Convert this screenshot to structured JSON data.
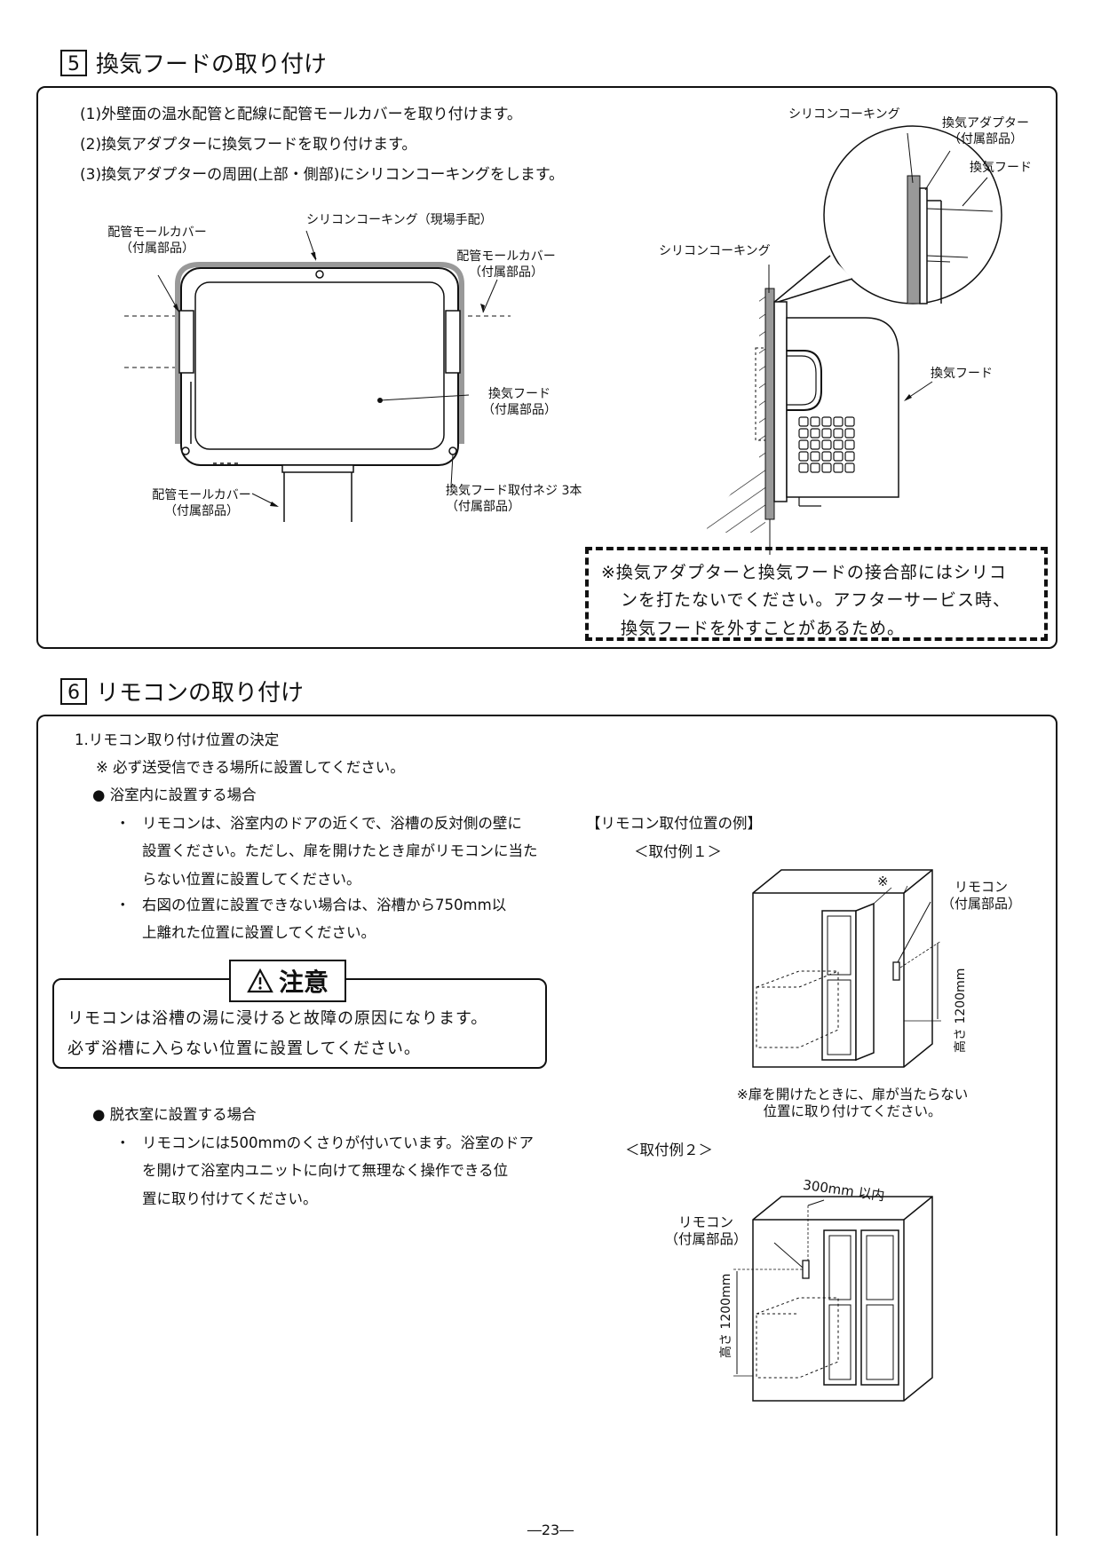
{
  "section5": {
    "number": "5",
    "title": "換気フードの取り付け",
    "steps": [
      "(1)外壁面の温水配管と配線に配管モールカバーを取り付けます。",
      "(2)換気アダプターに換気フードを取り付けます。",
      "(3)換気アダプターの周囲(上部・側部)にシリコンコーキングをします。"
    ],
    "front_labels": {
      "caulking_top": "シリコンコーキング（現場手配）",
      "cover_left_1": "配管モールカバー",
      "cover_left_2": "（付属部品）",
      "cover_right_1": "配管モールカバー",
      "cover_right_2": "（付属部品）",
      "hood_1": "換気フード",
      "hood_2": "（付属部品）",
      "cover_bottom_1": "配管モールカバー",
      "cover_bottom_2": "（付属部品）",
      "screw_1": "換気フード取付ネジ 3本",
      "screw_2": "（付属部品）"
    },
    "side_labels": {
      "caulking_detail": "シリコンコーキング",
      "adapter_1": "換気アダプター",
      "adapter_2": "（付属部品）",
      "hood_detail": "換気フード",
      "caulking": "シリコンコーキング",
      "hood": "換気フード"
    },
    "note_lines": [
      "※換気アダプターと換気フードの接合部にはシリコ",
      "ンを打たないでください。アフターサービス時、",
      "換気フードを外すことがあるため。"
    ]
  },
  "section6": {
    "number": "6",
    "title": "リモコンの取り付け",
    "heading": "1.リモコン取り付け位置の決定",
    "note": "※ 必ず送受信できる場所に設置してください。",
    "bathroom_title": "● 浴室内に設置する場合",
    "bathroom_items": [
      [
        "・",
        "リモコンは、浴室内のドアの近くで、浴槽の反対側の壁に",
        "設置ください。ただし、扉を開けたとき扉がリモコンに当た",
        "らない位置に設置してください。"
      ],
      [
        "・",
        "右図の位置に設置できない場合は、浴槽から750mm以",
        "上離れた位置に設置してください。"
      ]
    ],
    "caution_title": "注意",
    "caution_lines": [
      "リモコンは浴槽の湯に浸けると故障の原因になります。",
      "必ず浴槽に入らない位置に設置してください。"
    ],
    "dressing_title": "● 脱衣室に設置する場合",
    "dressing_lines": [
      "リモコンには500mmのくさりが付いています。浴室のドア",
      "を開けて浴室内ユニットに向けて無理なく操作できる位",
      "置に取り付けてください。"
    ],
    "example_heading": "【リモコン取付位置の例】",
    "example1": {
      "title": "＜取付例１＞",
      "mark": "※",
      "remote_1": "リモコン",
      "remote_2": "（付属部品）",
      "height": "高さ 1200mm",
      "note_1": "※扉を開けたときに、扉が当たらない",
      "note_2": "位置に取り付けてください。"
    },
    "example2": {
      "title": "＜取付例２＞",
      "distance": "300mm 以内",
      "remote_1": "リモコン",
      "remote_2": "（付属部品）",
      "height": "高さ 1200mm"
    }
  },
  "page_number": "―23―"
}
